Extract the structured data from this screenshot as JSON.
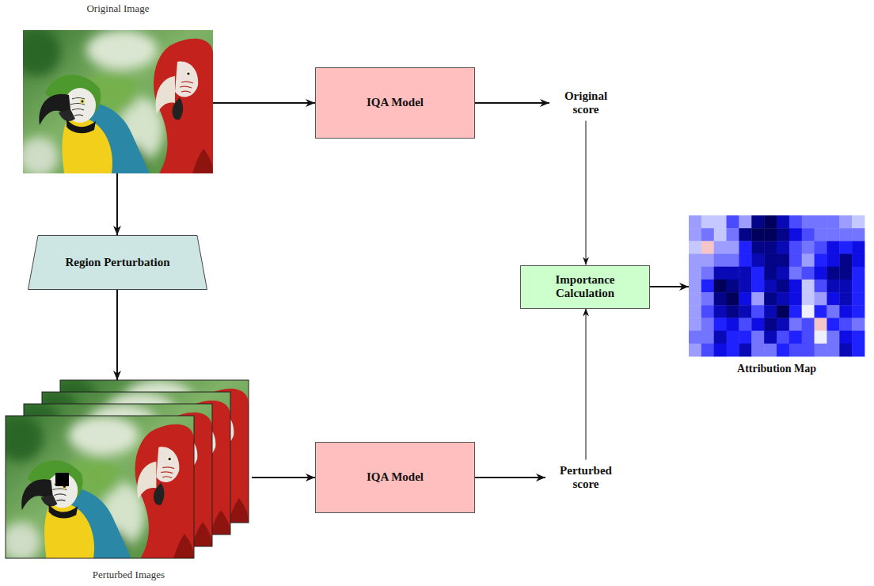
{
  "diagram": {
    "nodes": [
      {
        "text": [
          "Original Image"
        ]
      },
      {
        "text": [
          "IQA Model"
        ]
      },
      {
        "text": [
          "Original score"
        ]
      },
      {
        "text": [
          "Region Perturbation"
        ]
      },
      {
        "text": [
          "Importance Calculation"
        ]
      },
      {
        "text": [
          "Attribution Map"
        ]
      },
      {
        "text": [
          "Perturbed Images"
        ]
      },
      {
        "text": [
          "IQA Model"
        ]
      },
      {
        "text": [
          "Perturbed score"
        ]
      }
    ],
    "edges": [
      {
        "from": 0,
        "to": 1,
        "arrow": "to"
      },
      {
        "from": 1,
        "to": 2,
        "arrow": "to"
      },
      {
        "from": 2,
        "to": 4,
        "arrow": "to"
      },
      {
        "from": 0,
        "to": 3,
        "arrow": "to"
      },
      {
        "from": 3,
        "to": 6,
        "arrow": "to"
      },
      {
        "from": 6,
        "to": 7,
        "arrow": "to"
      },
      {
        "from": 7,
        "to": 8,
        "arrow": "to"
      },
      {
        "from": 8,
        "to": 4,
        "arrow": "to"
      },
      {
        "from": 4,
        "to": 5,
        "arrow": "to"
      }
    ]
  }
}
